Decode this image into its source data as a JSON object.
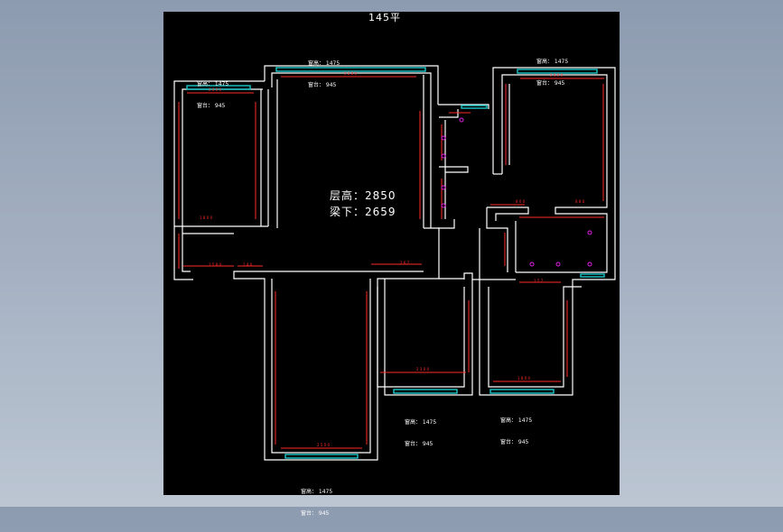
{
  "drawing": {
    "title": "145平",
    "floor_height_label": "层高：2850",
    "beam_height_label": "梁下：2659"
  },
  "window_labels": [
    {
      "id": "w-top-left",
      "line1": "窗高： 1475",
      "line2": "窗台： 945"
    },
    {
      "id": "w-top-center",
      "line1": "窗高： 1475",
      "line2": "窗台： 945"
    },
    {
      "id": "w-top-right",
      "line1": "窗高： 1475",
      "line2": "窗台： 945"
    },
    {
      "id": "w-mid-center",
      "line1": "窗高： 1475",
      "line2": "窗台： 945"
    },
    {
      "id": "w-mid-right",
      "line1": "窗高： 1475",
      "line2": "窗台： 945"
    },
    {
      "id": "w-bottom",
      "line1": "窗高： 1475",
      "line2": "窗台： 945"
    }
  ],
  "colors": {
    "wall": "#ffffff",
    "window": "#19c8c8",
    "dimension": "#ff2a2a",
    "socket": "#e020e0",
    "background": "#000000"
  }
}
